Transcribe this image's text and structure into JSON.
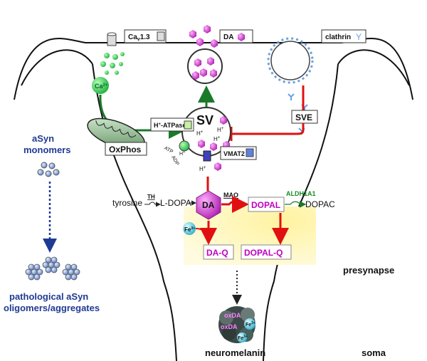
{
  "labels": {
    "cav": "Ca",
    "cav_sub": "v",
    "cav_num": "1.3",
    "da_top": "DA",
    "clathrin": "clathrin",
    "ca2": "Ca",
    "ca2_sup": "2+",
    "sv": "SV",
    "h_atpase_h": "H",
    "h_atpase_sup": "+",
    "h_atpase_rest": "-ATPase",
    "oxphos": "OxPhos",
    "atp": "ATP",
    "adp": "ADP",
    "h_plus": "H",
    "h_plus_sup": "+",
    "vmat2": "VMAT2",
    "sve": "SVE",
    "asyn_monomers_1": "aSyn",
    "asyn_monomers_2": "monomers",
    "tyrosine": "tyrosine",
    "th": "TH",
    "ldopa": "L-DOPA",
    "da_center": "DA",
    "mao": "MAO",
    "dopal": "DOPAL",
    "aldh": "ALDH1A1",
    "dopac": "DOPAC",
    "fe": "Fe",
    "fe_sup": "3+",
    "daq": "DA-Q",
    "dopalq": "DOPAL-Q",
    "patho_1": "pathological aSyn",
    "patho_2": "oligomers/aggregates",
    "presynapse": "presynapse",
    "oxda": "oxDA",
    "neuromelanin": "neuromelanin",
    "soma": "soma"
  },
  "colors": {
    "magenta": "#d040d0",
    "green_arrow": "#1a7a2a",
    "red_arrow": "#e01010",
    "blue_text": "#1f3a93",
    "clathrin_blue": "#6aa0e0",
    "yellow_box": "#fff6b0"
  }
}
